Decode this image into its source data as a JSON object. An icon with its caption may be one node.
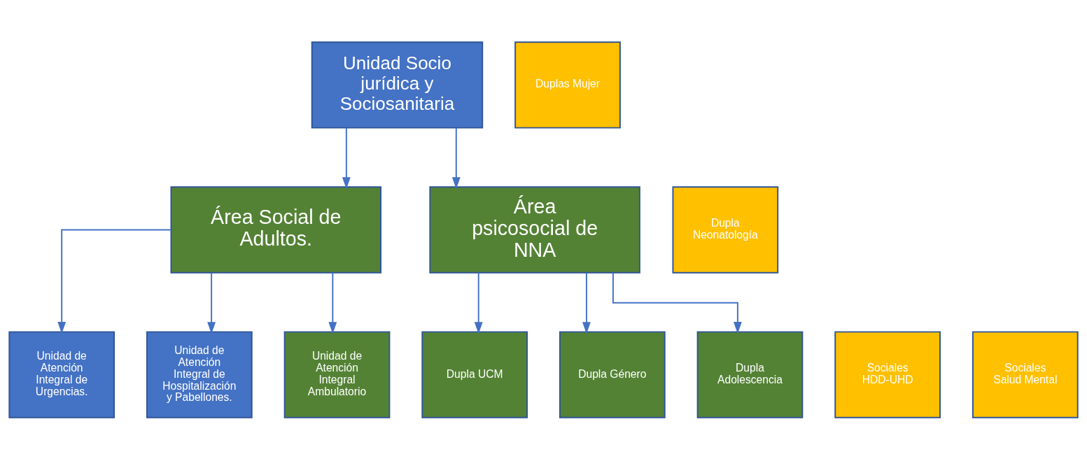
{
  "diagram": {
    "nodes": [
      {
        "text": [
          "Unidad Socio jurídica y Sociosanitaria"
        ]
      },
      {
        "text": [
          "Área Social de Adultos."
        ]
      },
      {
        "text": [
          "Área psicosocial de NNA"
        ]
      },
      {
        "text": [
          "Unidad de Atención Integral de Urgencias."
        ]
      },
      {
        "text": [
          "Unidad de Atención Integral de Hospitalización y Pabellones."
        ]
      },
      {
        "text": [
          "Unidad de Atención Integral Ambulatorio"
        ]
      },
      {
        "text": [
          "Dupla UCM"
        ]
      },
      {
        "text": [
          "Dupla Género"
        ]
      },
      {
        "text": [
          "Dupla Adolescencia"
        ]
      },
      {
        "text": [
          "Duplas Mujer"
        ]
      },
      {
        "text": [
          "Dupla Neonatología"
        ]
      },
      {
        "text": [
          "Sociales HDD-UHD"
        ]
      },
      {
        "text": [
          "Sociales Salud Mental"
        ]
      }
    ],
    "edges": [
      {
        "from": 0,
        "to": 1,
        "arrow": "to"
      },
      {
        "from": 0,
        "to": 2,
        "arrow": "to"
      },
      {
        "from": 1,
        "to": 3,
        "arrow": "to"
      },
      {
        "from": 1,
        "to": 4,
        "arrow": "to"
      },
      {
        "from": 1,
        "to": 5,
        "arrow": "to"
      },
      {
        "from": 2,
        "to": 6,
        "arrow": "to"
      },
      {
        "from": 2,
        "to": 7,
        "arrow": "to"
      },
      {
        "from": 2,
        "to": 8,
        "arrow": "to"
      }
    ]
  }
}
